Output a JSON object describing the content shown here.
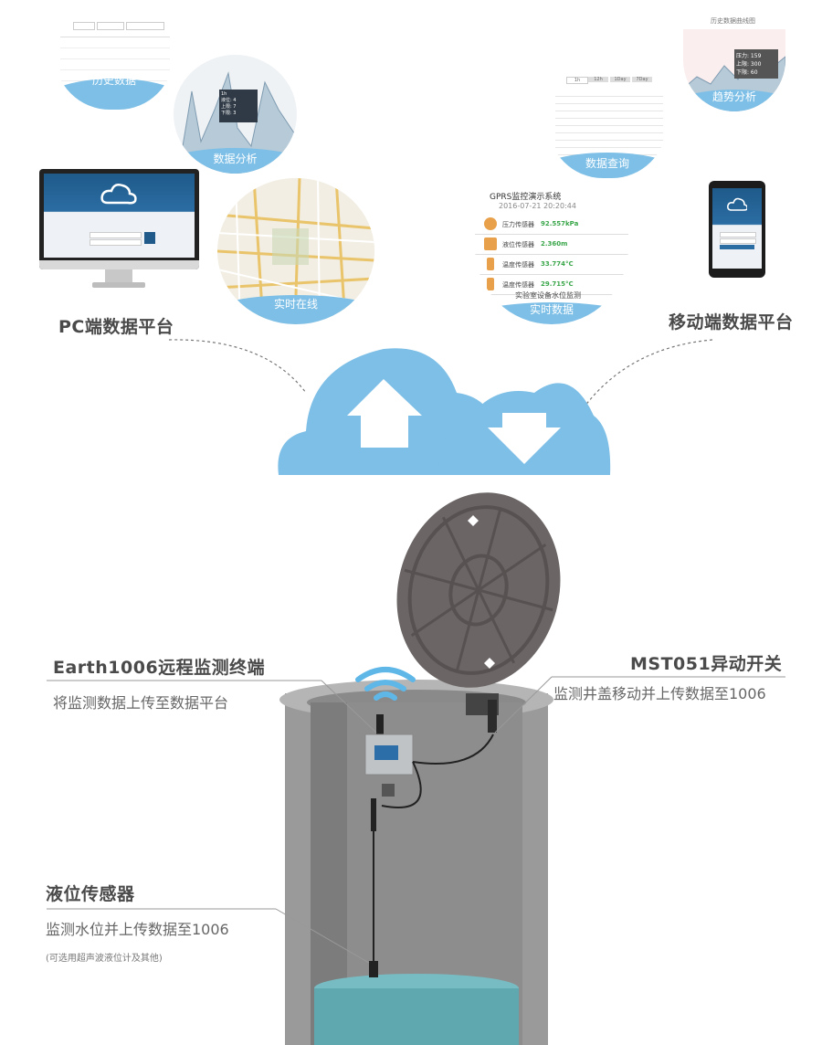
{
  "platforms": {
    "pc_label": "PC端数据平台",
    "mobile_label": "移动端数据平台"
  },
  "bubbles": {
    "history": "历史数据",
    "analysis": "数据分析",
    "realtime_online": "实时在线",
    "query": "数据查询",
    "realtime_data": "实时数据",
    "trend": "趋势分析"
  },
  "trend_bubble": {
    "title": "历史数据曲线图",
    "legend": [
      "压力: 159",
      "上限: 300",
      "下限: 60"
    ]
  },
  "analysis_bubble": {
    "legend_title": "1h",
    "legend": [
      "液位: 4",
      "上限: 7",
      "下限: 3"
    ]
  },
  "query_bubble": {
    "tabs": [
      "1h",
      "12h",
      "1Day",
      "7Day"
    ]
  },
  "realtime_bubble": {
    "title": "GPRS监控演示系统",
    "timestamp": "2016-07-21 20:20:44",
    "rows": [
      {
        "name": "压力传感器",
        "value": "92.557kPa"
      },
      {
        "name": "液位传感器",
        "value": "2.360m"
      },
      {
        "name": "温度传感器",
        "value": "33.774°C"
      },
      {
        "name": "温度传感器",
        "value": "29.715°C"
      }
    ],
    "footer": "实验室设备水位监测"
  },
  "devices": {
    "earth": {
      "title": "Earth1006远程监测终端",
      "desc": "将监测数据上传至数据平台"
    },
    "mst": {
      "title": "MST051异动开关",
      "desc": "监测井盖移动并上传数据至1006"
    },
    "level": {
      "title": "液位传感器",
      "desc": "监测水位并上传数据至1006",
      "note": "(可选用超声波液位计及其他)"
    }
  },
  "colors": {
    "cloud": "#7dbfe6",
    "arrow": "#ffffff",
    "concrete": "#9a9a9a",
    "water": "#5fa8b0",
    "lid": "#6b6665"
  }
}
